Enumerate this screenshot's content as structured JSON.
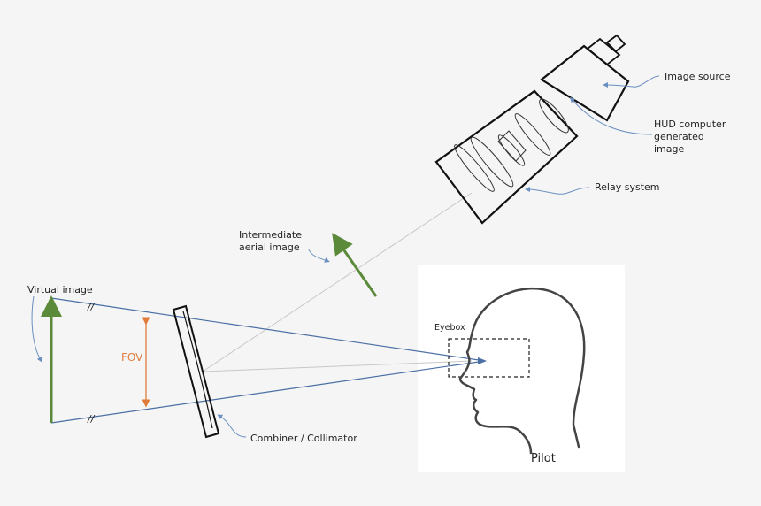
{
  "labels": {
    "image_source": "Image source",
    "hud_line1": "HUD computer",
    "hud_line2": "generated",
    "hud_line3": "image",
    "relay_system": "Relay system",
    "intermediate_line1": "Intermediate",
    "intermediate_line2": "aerial image",
    "virtual_image": "Virtual image",
    "fov": "FOV",
    "eyebox": "Eyebox",
    "combiner": "Combiner / Collimator",
    "pilot": "Pilot",
    "tick_top": "//",
    "tick_bottom": "//"
  },
  "colors": {
    "background": "#f5f5f5",
    "ray_blue": "#4a6fa5",
    "arrow_green": "#5a8a3a",
    "fov_orange": "#e07b39",
    "leader_blue": "#6a8fc0",
    "ray_gray": "#c8c8c8",
    "outline": "#111111"
  }
}
